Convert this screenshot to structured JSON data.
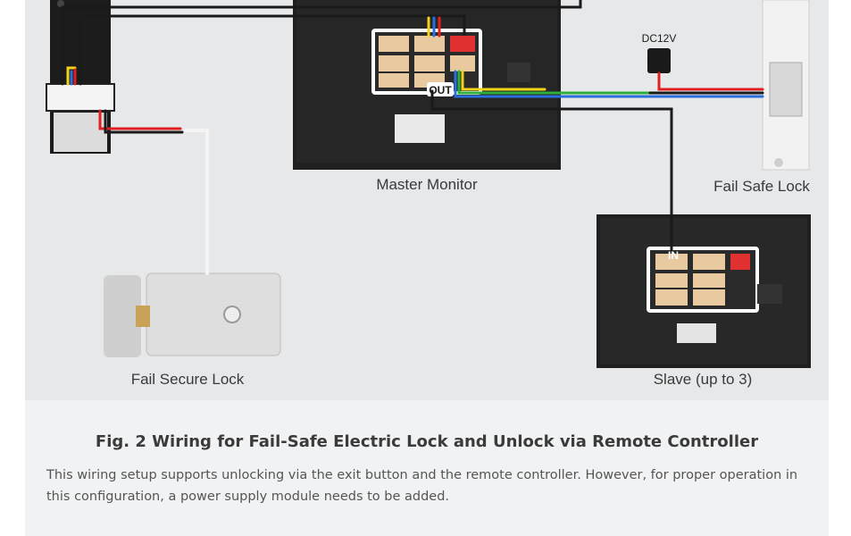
{
  "diagram": {
    "labels": {
      "master_monitor": "Master Monitor",
      "fail_safe_lock": "Fail Safe Lock",
      "fail_secure_lock": "Fail Secure Lock",
      "slave": "Slave (up to 3)",
      "dc12v": "DC12V",
      "out_port": "OUT",
      "in_port": "IN"
    },
    "wire_colors": {
      "red": "#e02020",
      "black": "#1a1a1a",
      "yellow": "#f2d21b",
      "blue": "#2a6fdb",
      "green": "#2fae3a",
      "white": "#f5f5f5"
    }
  },
  "caption": {
    "title": "Fig. 2 Wiring for Fail-Safe Electric Lock and Unlock via Remote Controller",
    "description": "This wiring setup supports unlocking via the exit button and the remote controller. However, for proper operation in this configuration, a power supply module needs to be added."
  }
}
